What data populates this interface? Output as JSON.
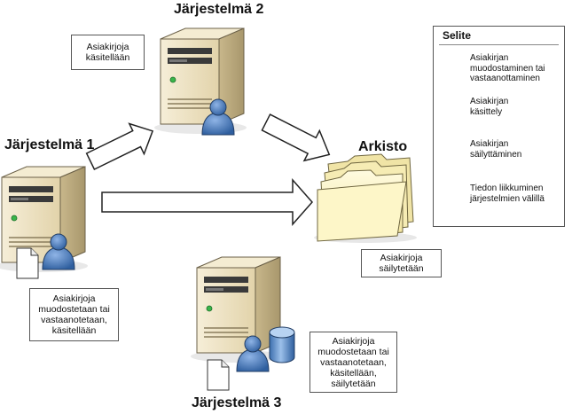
{
  "systems": {
    "system1_label": "Järjestelmä 1",
    "system2_label": "Järjestelmä 2",
    "system3_label": "Järjestelmä 3",
    "archive_label": "Arkisto"
  },
  "notes": {
    "system2_note": "Asiakirjoja\nkäsitellään",
    "system1_note": "Asiakirjoja\nmuodostetaan tai\nvastaanotetaan,\nkäsitellään",
    "system3_note": "Asiakirjoja\nmuodostetaan tai\nvastaanotetaan,\nkäsitellään,\nsäilytetään",
    "archive_note": "Asiakirjoja\nsäilytetään"
  },
  "legend": {
    "title": "Selite",
    "items": [
      {
        "icon": "document-icon",
        "label": "Asiakirjan\nmuodostaminen tai\nvastaanottaminen"
      },
      {
        "icon": "person-icon",
        "label": "Asiakirjan\nkäsittely"
      },
      {
        "icon": "database-icon",
        "label": "Asiakirjan\nsäilyttäminen"
      },
      {
        "icon": "arrow-icon",
        "label": "Tiedon liikkuminen\njärjestelmien välillä"
      }
    ]
  },
  "colors": {
    "server_body": "#ede2c4",
    "server_side": "#c9b98e",
    "person": "#4f7fc0",
    "folder": "#fbf3bd",
    "arrow_fill": "#ffffff",
    "outline": "#222222"
  }
}
